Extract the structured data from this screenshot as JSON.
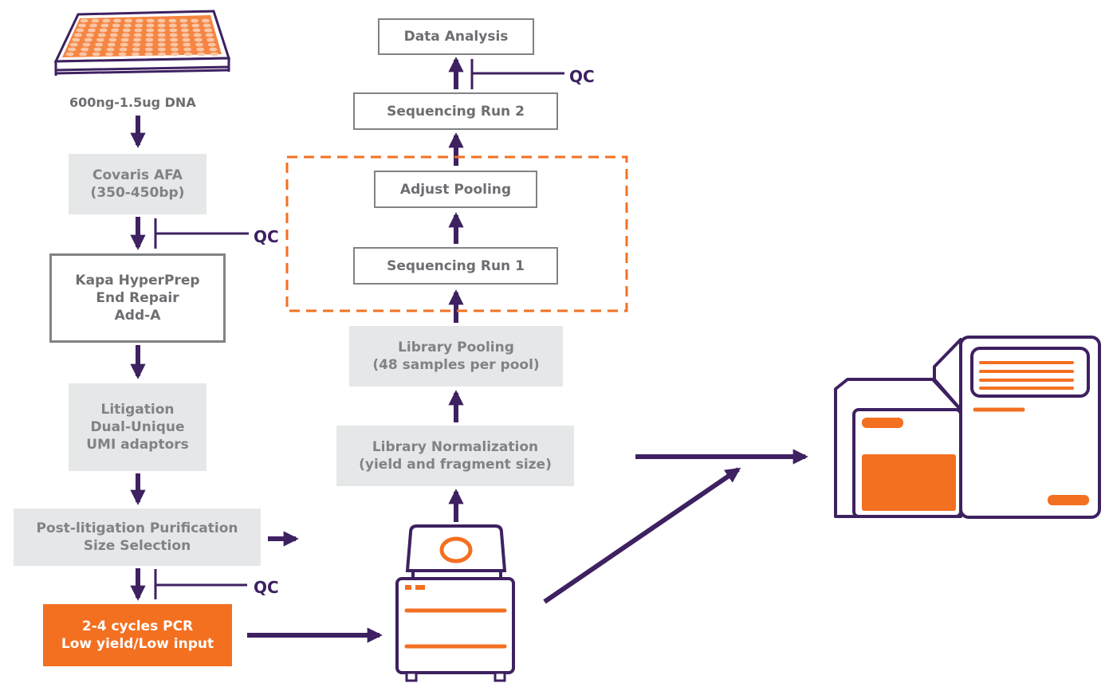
{
  "colors": {
    "purple": "#3d2160",
    "orange": "#f37021",
    "grey_fill": "#e6e7e8",
    "grey_text": "#808285",
    "grey_border": "#808285"
  },
  "icons": {
    "plate": "96-well-plate-icon",
    "thermocycler": "thermocycler-icon",
    "sequencer": "sequencer-icon"
  },
  "left": {
    "dna_label": "600ng-1.5ug DNA",
    "covaris": [
      "Covaris AFA",
      "(350-450bp)"
    ],
    "kapa": [
      "Kapa HyperPrep",
      "End Repair",
      "Add-A"
    ],
    "ligation": [
      "Litigation",
      "Dual-Unique",
      "UMI adaptors"
    ],
    "purification": [
      "Post-litigation Purification",
      "Size Selection"
    ],
    "pcr": [
      "2-4 cycles PCR",
      "Low yield/Low input"
    ],
    "qc1": "QC",
    "qc2": "QC"
  },
  "right": {
    "normalization": [
      "Library Normalization",
      "(yield and fragment size)"
    ],
    "pooling": [
      "Library Pooling",
      "(48 samples per pool)"
    ],
    "seq_run_1": "Sequencing Run 1",
    "adjust_pooling": "Adjust Pooling",
    "seq_run_2": "Sequencing Run 2",
    "data_analysis": "Data Analysis",
    "qc": "QC"
  }
}
